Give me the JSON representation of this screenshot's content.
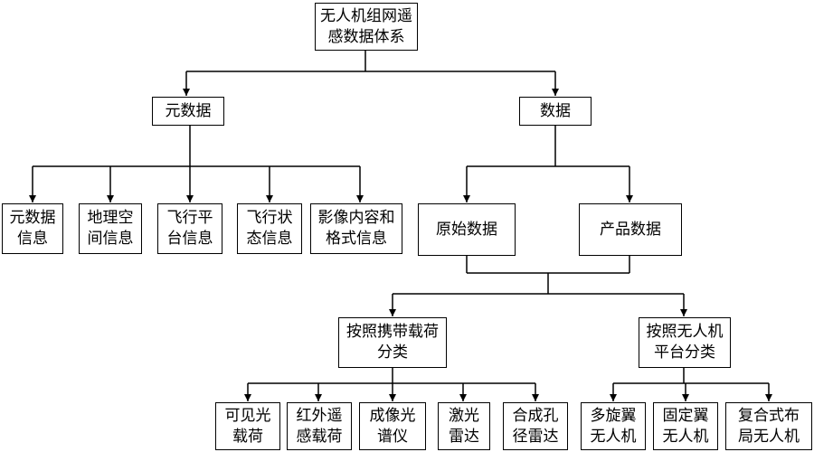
{
  "diagram": {
    "root": "无人机组网遥\n感数据体系",
    "metadata": "元数据",
    "data": "数据",
    "meta_children": [
      "元数据\n信息",
      "地理空\n间信息",
      "飞行平\n台信息",
      "飞行状\n态信息",
      "影像内容和\n格式信息"
    ],
    "raw": "原始数据",
    "product": "产品数据",
    "by_payload": "按照携带载荷\n分类",
    "by_platform": "按照无人机\n平台分类",
    "payload_children": [
      "可见光\n载荷",
      "红外遥\n感载荷",
      "成像光\n谱仪",
      "激光\n雷达",
      "合成孔\n径雷达"
    ],
    "platform_children": [
      "多旋翼\n无人机",
      "固定翼\n无人机",
      "复合式布\n局无人机"
    ]
  }
}
